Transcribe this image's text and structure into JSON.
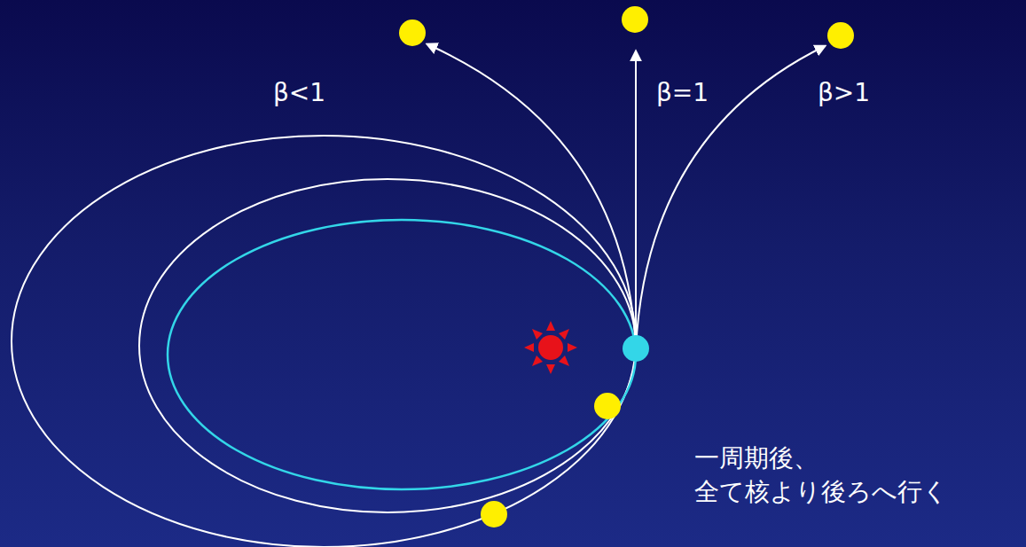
{
  "diagram": {
    "labels": [
      "β<1",
      "β=1",
      "β>1",
      "一周期後、 全て核より後ろへ行く"
    ]
  }
}
